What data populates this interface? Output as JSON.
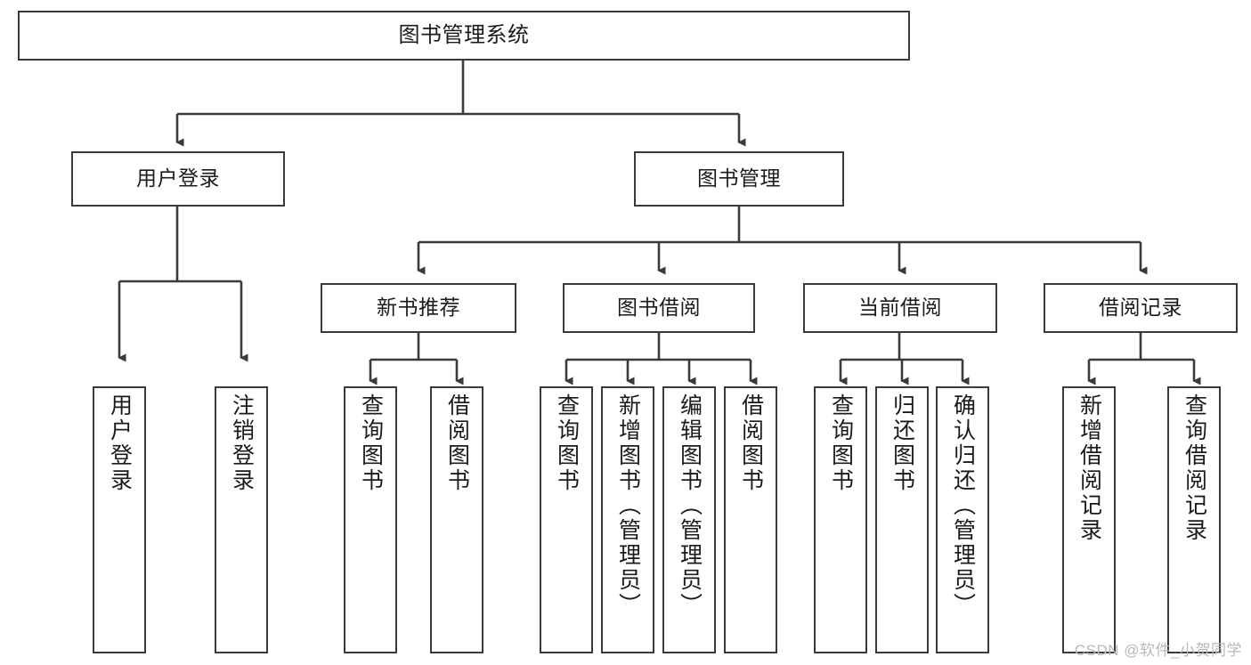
{
  "diagram": {
    "title": "图书管理系统",
    "stroke_color": "#3a3a3c",
    "background_color": "#ffffff",
    "text_color": "#1b1b1b"
  },
  "nodes": {
    "root": {
      "label": "图书管理系统"
    },
    "level2": [
      {
        "label": "用户登录"
      },
      {
        "label": "图书管理"
      }
    ],
    "level3": [
      {
        "label": "新书推荐"
      },
      {
        "label": "图书借阅"
      },
      {
        "label": "当前借阅"
      },
      {
        "label": "借阅记录"
      }
    ],
    "leaves": {
      "user_login": [
        {
          "label": "用户登录"
        },
        {
          "label": "注销登录"
        }
      ],
      "new_book_recommend": [
        {
          "label": "查询图书"
        },
        {
          "label": "借阅图书"
        }
      ],
      "book_borrow": [
        {
          "label": "查询图书"
        },
        {
          "label": "新增图书（管理员）"
        },
        {
          "label": "编辑图书（管理员）"
        },
        {
          "label": "借阅图书"
        }
      ],
      "current_borrow": [
        {
          "label": "查询图书"
        },
        {
          "label": "归还图书"
        },
        {
          "label": "确认归还（管理员）"
        }
      ],
      "borrow_record": [
        {
          "label": "新增借阅记录"
        },
        {
          "label": "查询借阅记录"
        }
      ]
    }
  },
  "watermark": {
    "text": "CSDN @软件_小贺同学"
  }
}
